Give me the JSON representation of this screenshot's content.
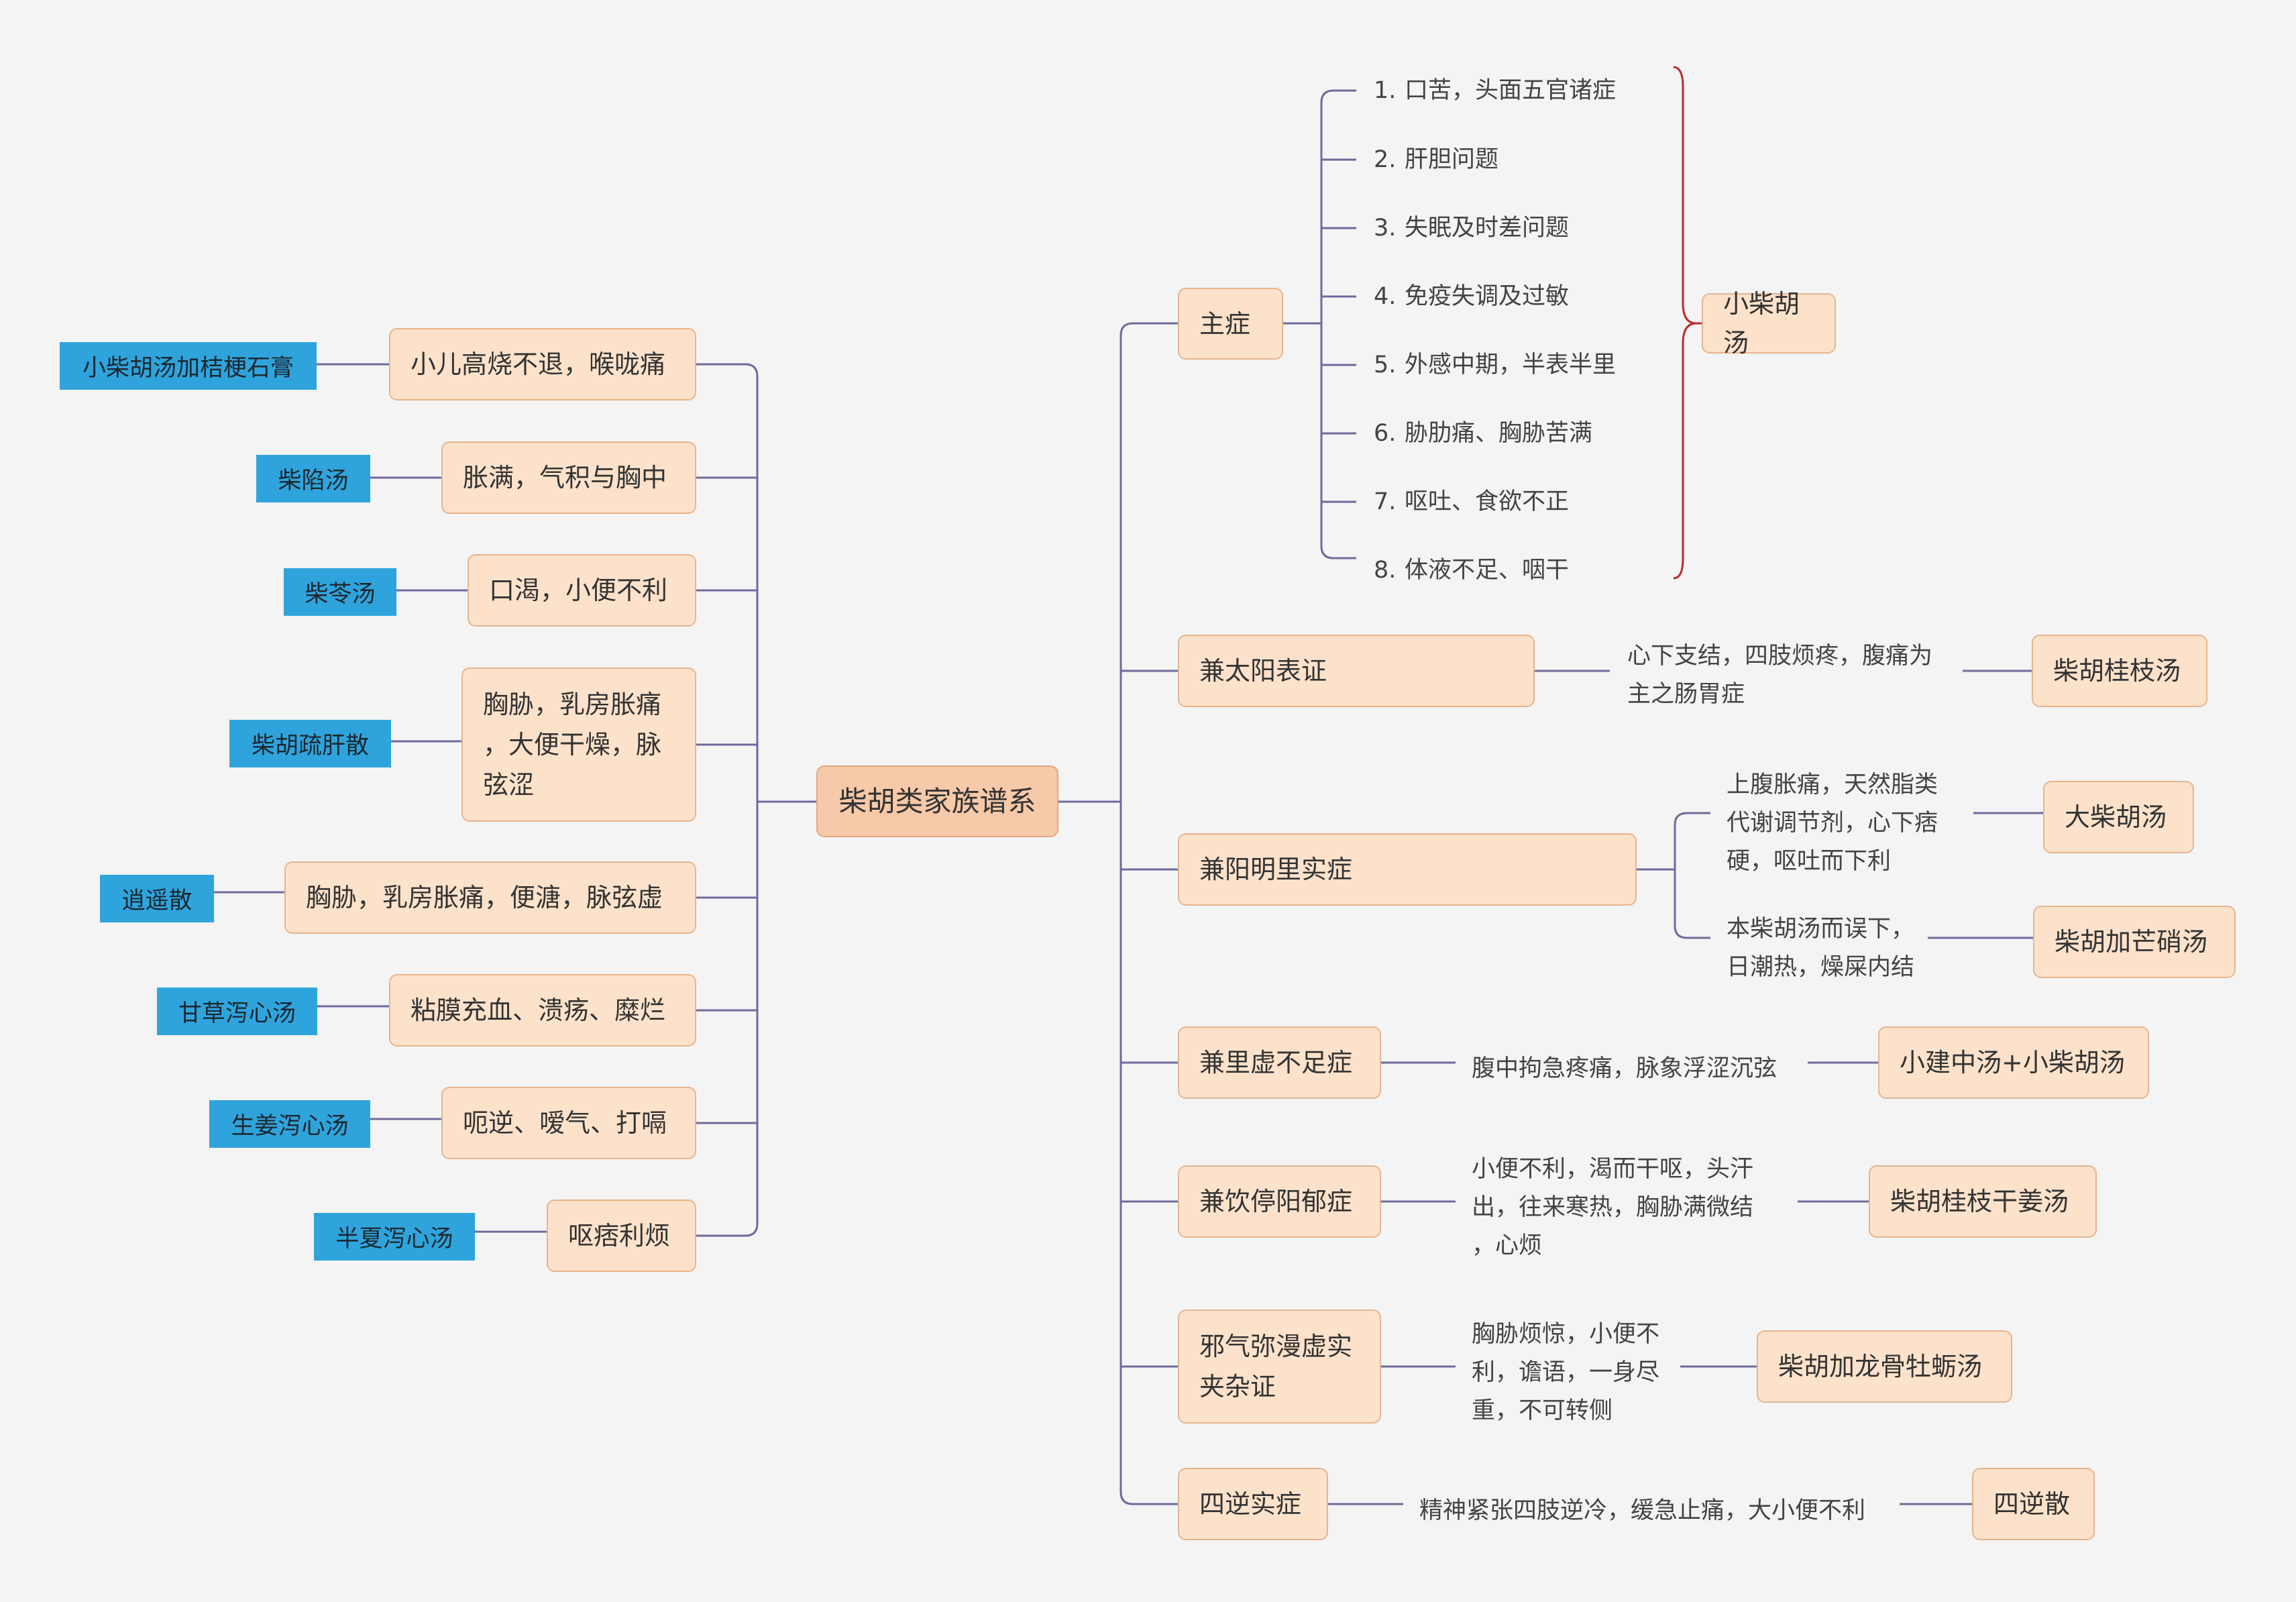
{
  "colors": {
    "background": "#f4f4f4",
    "node_fill": "#fde2cb",
    "node_border": "#e6b48f",
    "root_fill": "#f6c9a9",
    "tag_fill": "#2fa4dc",
    "connector": "#6f6a9a",
    "brace": "#c0292b"
  },
  "root": {
    "label": "柴胡类家族谱系"
  },
  "left_branches": [
    {
      "label": "小儿高烧不退，喉咙痛",
      "formula": "小柴胡汤加桔梗石膏"
    },
    {
      "label": "胀满，气积与胸中",
      "formula": "柴陷汤"
    },
    {
      "label": "口渴，小便不利",
      "formula": "柴苓汤"
    },
    {
      "label": "胸胁，乳房胀痛\n，大便干燥，脉\n弦涩",
      "formula": "柴胡疏肝散"
    },
    {
      "label": "胸胁，乳房胀痛，便溏，脉弦虚",
      "formula": "逍遥散"
    },
    {
      "label": "粘膜充血、溃疡、糜烂",
      "formula": "甘草泻心汤"
    },
    {
      "label": "呃逆、嗳气、打嗝",
      "formula": "生姜泻心汤"
    },
    {
      "label": "呕痞利烦",
      "formula": "半夏泻心汤"
    }
  ],
  "main_symptom": {
    "label": "主症",
    "items": [
      {
        "num": "1.",
        "text": "口苦，头面五官诸症"
      },
      {
        "num": "2.",
        "text": "肝胆问题"
      },
      {
        "num": "3.",
        "text": "失眠及时差问题"
      },
      {
        "num": "4.",
        "text": "免疫失调及过敏"
      },
      {
        "num": "5.",
        "text": "外感中期，半表半里"
      },
      {
        "num": "6.",
        "text": "胁肋痛、胸胁苦满"
      },
      {
        "num": "7.",
        "text": "呕吐、食欲不正"
      },
      {
        "num": "8.",
        "text": "体液不足、咽干"
      }
    ],
    "formula": "小柴胡汤"
  },
  "right_branches": [
    {
      "label": "兼太阳表证",
      "desc": "心下支结，四肢烦疼，腹痛为\n主之肠胃症",
      "formula": "柴胡桂枝汤"
    },
    {
      "label": "兼阳明里实症",
      "subs": [
        {
          "desc": "上腹胀痛，天然脂类\n代谢调节剂，心下痞\n硬，呕吐而下利",
          "formula": "大柴胡汤"
        },
        {
          "desc": "本柴胡汤而误下，\n日潮热，燥屎内结",
          "formula": "柴胡加芒硝汤"
        }
      ]
    },
    {
      "label": "兼里虚不足症",
      "desc": "腹中拘急疼痛，脉象浮涩沉弦",
      "formula": "小建中汤+小柴胡汤"
    },
    {
      "label": "兼饮停阳郁症",
      "desc": "小便不利，渴而干呕，头汗\n出，往来寒热，胸胁满微结\n，心烦",
      "formula": "柴胡桂枝干姜汤"
    },
    {
      "label": "邪气弥漫虚实\n夹杂证",
      "desc": "胸胁烦惊，小便不\n利，谵语，一身尽\n重，不可转侧",
      "formula": "柴胡加龙骨牡蛎汤"
    },
    {
      "label": "四逆实症",
      "desc": "精神紧张四肢逆冷，缓急止痛，大小便不利",
      "formula": "四逆散"
    }
  ]
}
